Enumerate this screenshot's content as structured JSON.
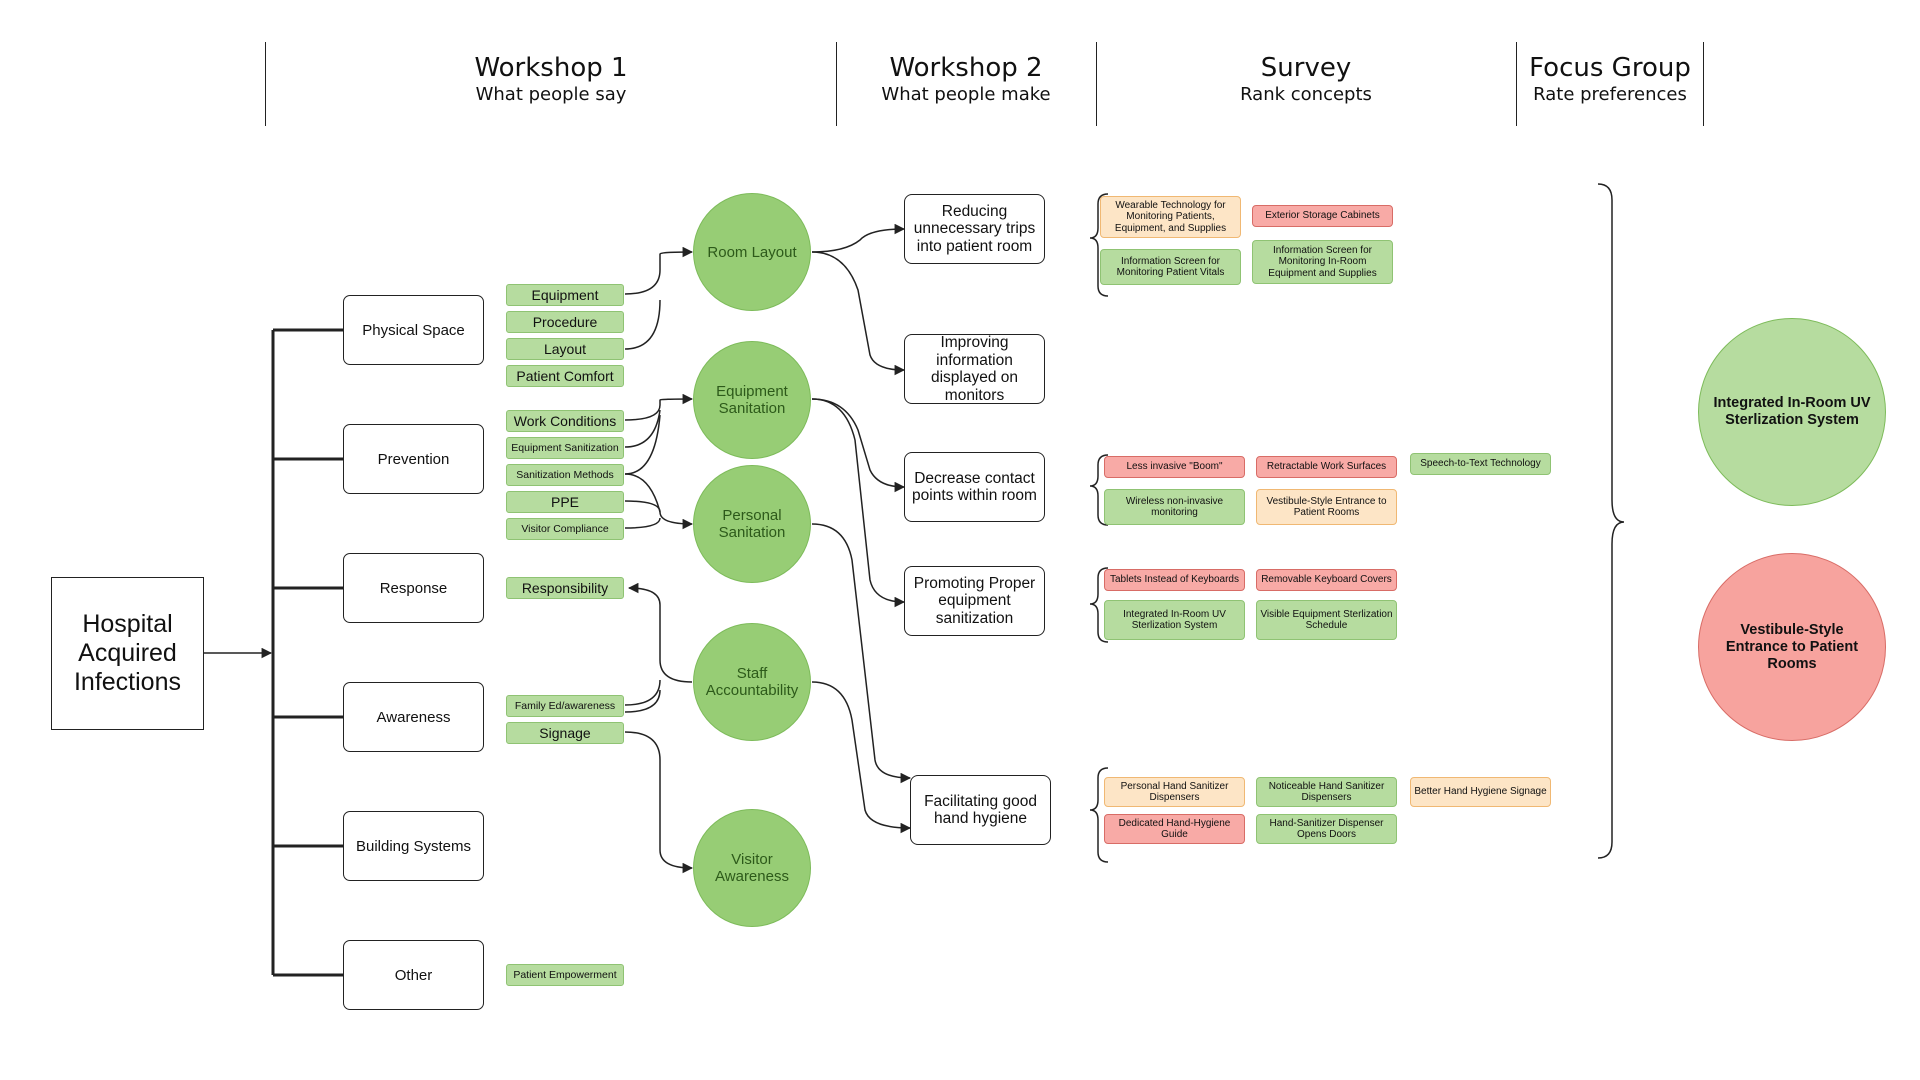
{
  "columns": [
    {
      "title": "Workshop 1",
      "subtitle": "What people say"
    },
    {
      "title": "Workshop 2",
      "subtitle": "What people make"
    },
    {
      "title": "Survey",
      "subtitle": "Rank concepts"
    },
    {
      "title": "Focus Group",
      "subtitle": "Rate preferences"
    }
  ],
  "root": {
    "line1": "Hospital",
    "line2": "Acquired",
    "line3": "Infections"
  },
  "categories": [
    "Physical Space",
    "Prevention",
    "Response",
    "Awareness",
    "Building Systems",
    "Other"
  ],
  "tags": [
    "Equipment",
    "Procedure",
    "Layout",
    "Patient Comfort",
    "Work Conditions",
    "Equipment Sanitization",
    "Sanitization Methods",
    "PPE",
    "Visitor Compliance",
    "Responsibility",
    "Family Ed/awareness",
    "Signage",
    "Patient Empowerment"
  ],
  "clusters": [
    {
      "line1": "Room Layout",
      "line2": ""
    },
    {
      "line1": "Equipment",
      "line2": "Sanitation"
    },
    {
      "line1": "Personal",
      "line2": "Sanitation"
    },
    {
      "line1": "Staff",
      "line2": "Accountability"
    },
    {
      "line1": "Visitor",
      "line2": "Awareness"
    }
  ],
  "themes": [
    "Reducing unnecessary trips into patient room",
    "Improving information displayed on monitors",
    "Decrease contact points within room",
    "Promoting Proper equipment sanitization",
    "Facilitating good hand hygiene"
  ],
  "concepts": [
    {
      "text": "Wearable Technology for Monitoring Patients, Equipment, and Supplies",
      "rating": "orange"
    },
    {
      "text": "Exterior Storage Cabinets",
      "rating": "red"
    },
    {
      "text": "Information Screen for Monitoring Patient Vitals",
      "rating": "green"
    },
    {
      "text": "Information Screen for Monitoring In-Room Equipment and Supplies",
      "rating": "green"
    },
    {
      "text": "Less invasive \"Boom\"",
      "rating": "red"
    },
    {
      "text": "Retractable Work Surfaces",
      "rating": "red"
    },
    {
      "text": "Speech-to-Text Technology",
      "rating": "green"
    },
    {
      "text": "Wireless non-invasive monitoring",
      "rating": "green"
    },
    {
      "text": "Vestibule-Style Entrance to Patient Rooms",
      "rating": "orange"
    },
    {
      "text": "Tablets Instead of Keyboards",
      "rating": "red"
    },
    {
      "text": "Removable Keyboard Covers",
      "rating": "red"
    },
    {
      "text": "Integrated In-Room UV Sterlization System",
      "rating": "green"
    },
    {
      "text": "Visible Equipment Sterlization Schedule",
      "rating": "green"
    },
    {
      "text": "Personal Hand Sanitizer Dispensers",
      "rating": "orange"
    },
    {
      "text": "Noticeable Hand Sanitizer Dispensers",
      "rating": "green"
    },
    {
      "text": "Better Hand Hygiene Signage",
      "rating": "orange"
    },
    {
      "text": "Dedicated Hand-Hygiene Guide",
      "rating": "red"
    },
    {
      "text": "Hand-Sanitizer Dispenser Opens Doors",
      "rating": "green"
    }
  ],
  "finals": [
    {
      "text": "Integrated In-Room UV Sterlization System",
      "rating": "green"
    },
    {
      "text": "Vestibule-Style Entrance to Patient Rooms",
      "rating": "red"
    }
  ],
  "colors": {
    "green": "#b6dc9f",
    "circle_green": "#97cd75",
    "orange": "#fde5c6",
    "red": "#f8aaa6",
    "line": "#222222"
  }
}
